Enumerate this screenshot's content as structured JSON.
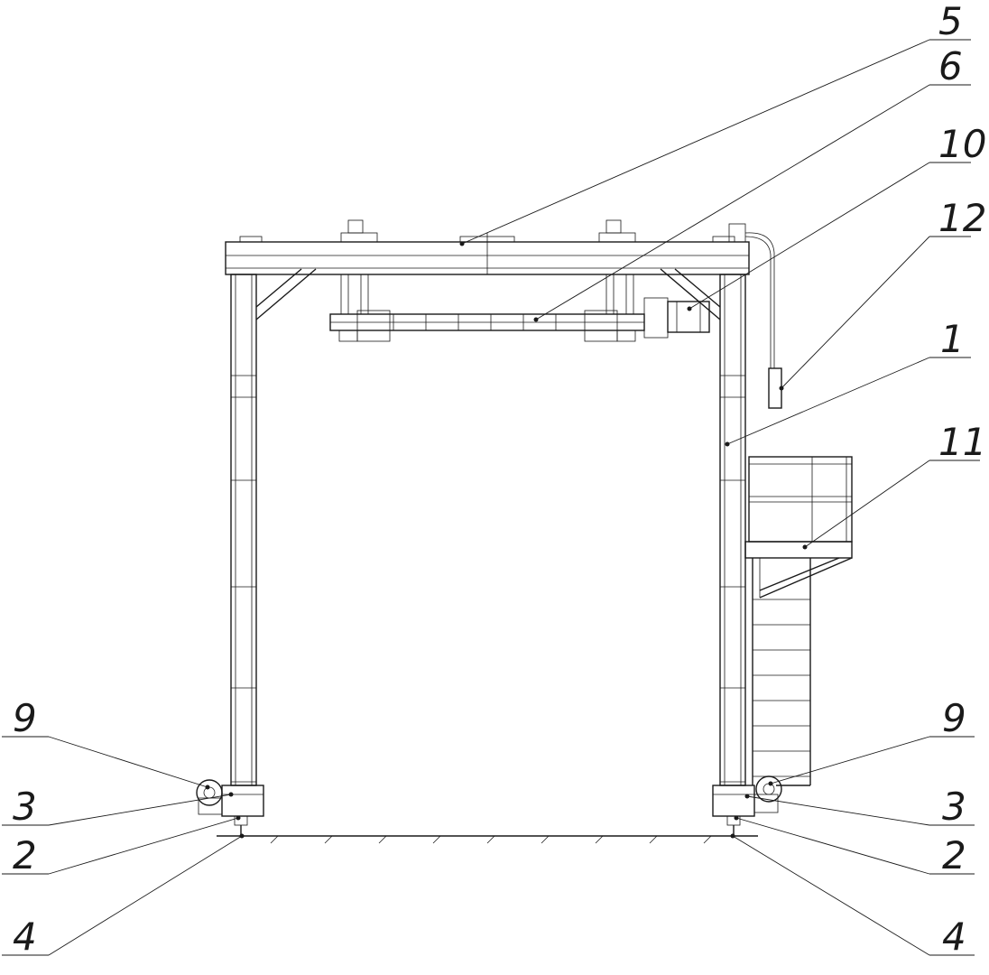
{
  "callouts": {
    "c5": "5",
    "c6": "6",
    "c10": "10",
    "c12": "12",
    "c1": "1",
    "c11": "11",
    "c9_left": "9",
    "c3_left": "3",
    "c2_left": "2",
    "c4_left": "4",
    "c9_right": "9",
    "c3_right": "3",
    "c2_right": "2",
    "c4_right": "4"
  },
  "colors": {
    "line": "#1a1a1a",
    "background": "#ffffff"
  }
}
